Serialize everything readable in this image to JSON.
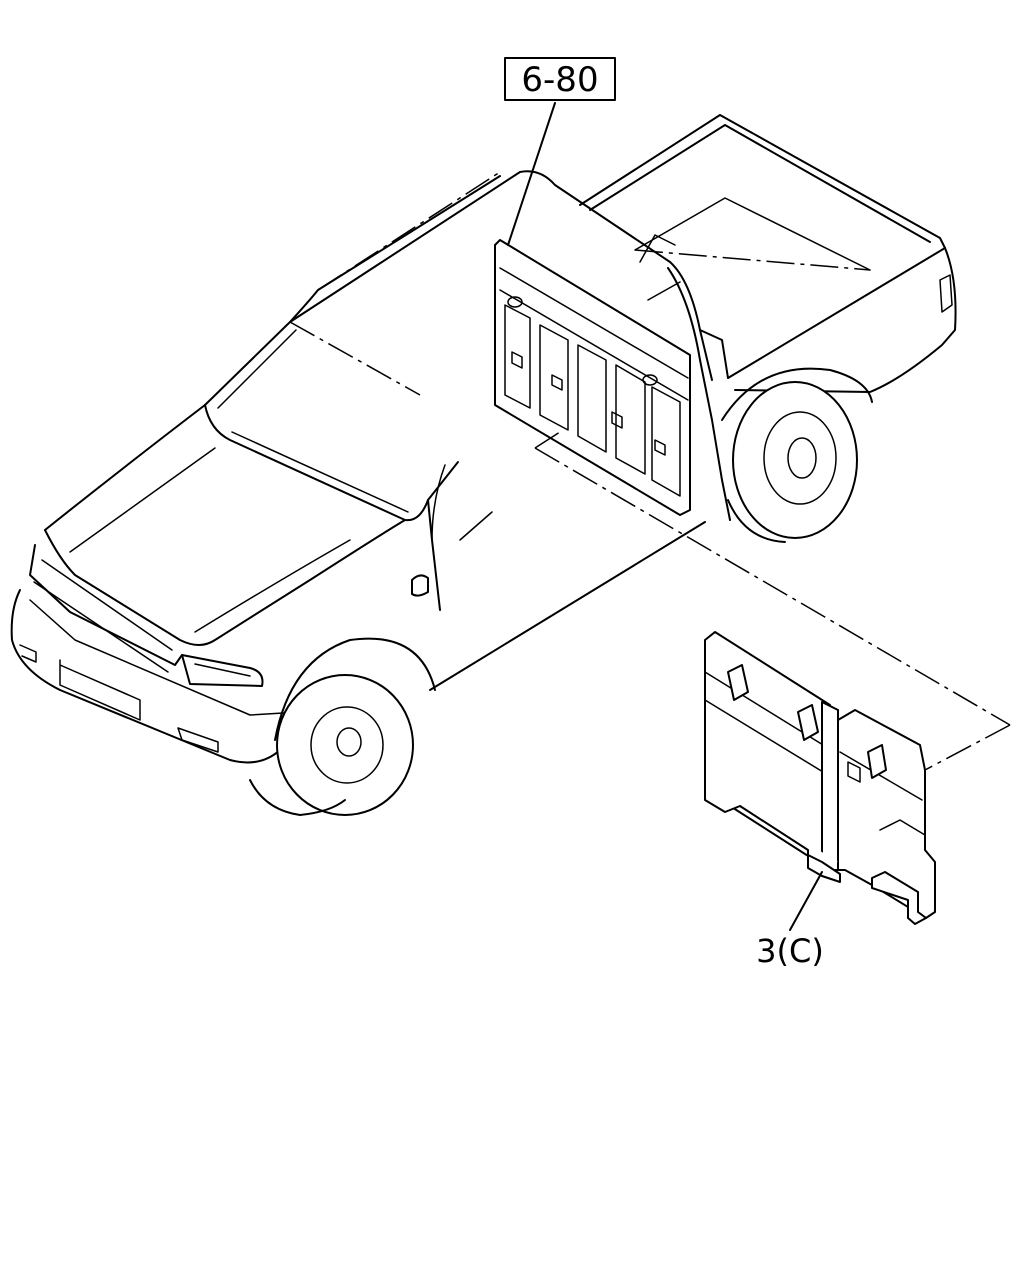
{
  "diagram": {
    "callouts": [
      {
        "id": "ref-page",
        "text": "6-80",
        "boxed": true
      },
      {
        "id": "part",
        "text": "3(C)",
        "boxed": false
      }
    ]
  }
}
